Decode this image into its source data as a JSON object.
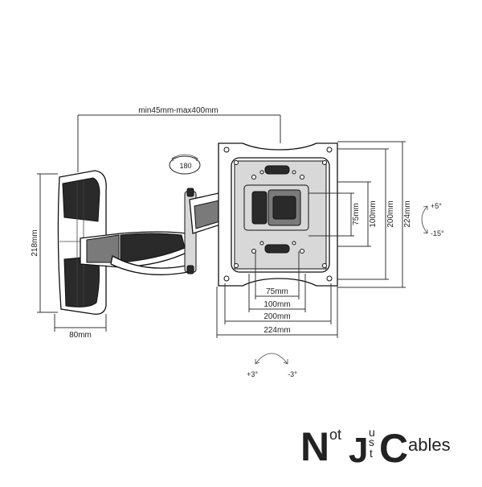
{
  "dimensions": {
    "arm_extension": "min45mm-max400mm",
    "swivel": "180",
    "tilt_up": "+5°",
    "tilt_down": "-15°",
    "rotate_plus": "+3°",
    "rotate_minus": "-3°",
    "wall_height": "218mm",
    "wall_width": "80mm",
    "vesa_75_h": "75mm",
    "vesa_100_h": "100mm",
    "vesa_200_h": "200mm",
    "plate_224_h": "224mm",
    "vesa_75_w": "75mm",
    "vesa_100_w": "100mm",
    "vesa_200_w": "200mm",
    "plate_224_w": "224mm"
  },
  "logo": {
    "text": "NotJustCables",
    "colors": {
      "gold": "#c8a23a",
      "green": "#6d9a3a"
    }
  }
}
